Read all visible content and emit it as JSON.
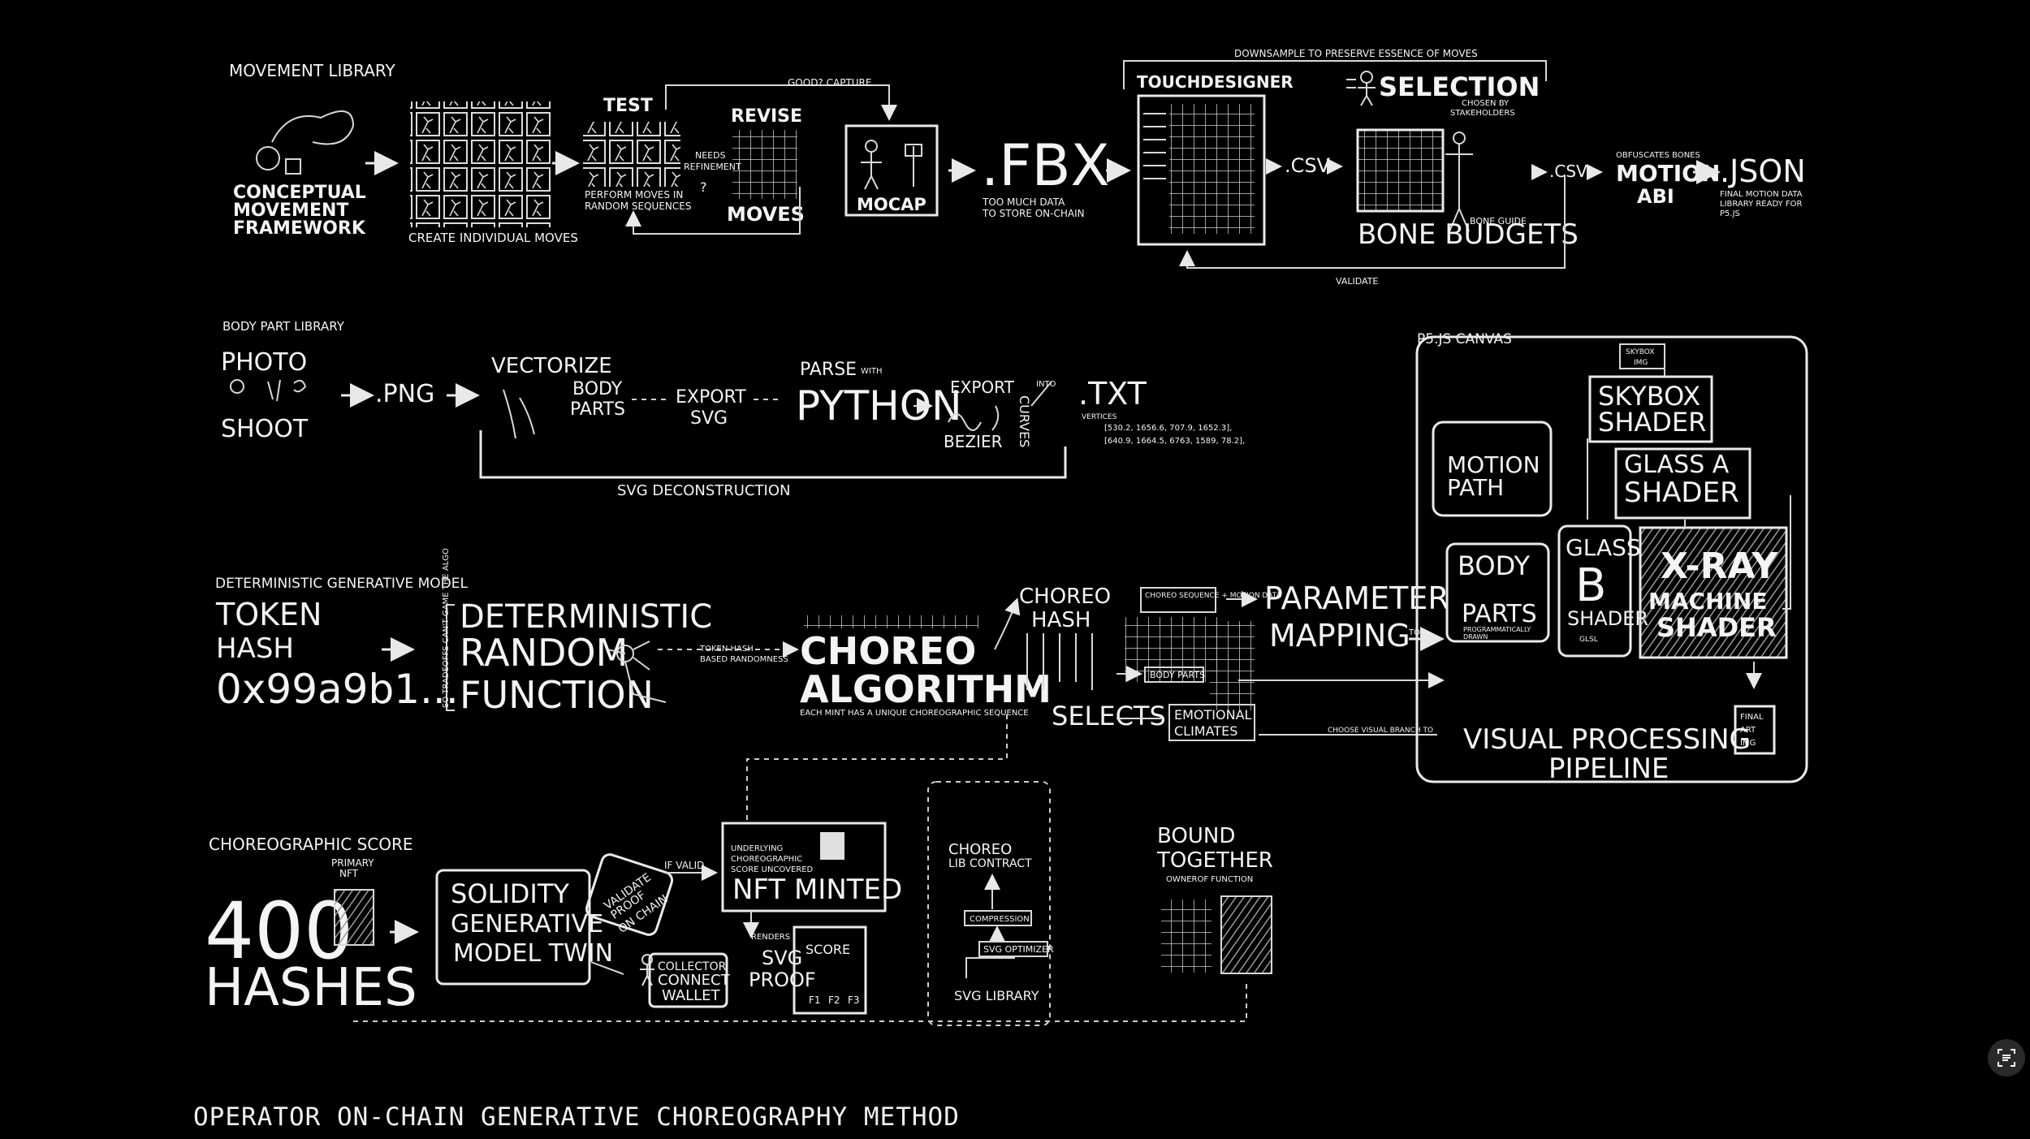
{
  "caption": "OPERATOR ON-CHAIN GENERATIVE CHOREOGRAPHY METHOD",
  "row1": {
    "section": "MOVEMENT LIBRARY",
    "conceptual": [
      "CONCEPTUAL",
      "MOVEMENT",
      "FRAMEWORK"
    ],
    "create_moves": "CREATE INDIVIDUAL MOVES",
    "test": "TEST",
    "perform": [
      "PERFORM MOVES IN",
      "RANDOM SEQUENCES"
    ],
    "needs_refinement": [
      "NEEDS",
      "REFINEMENT",
      "?"
    ],
    "good_capture": "GOOD? CAPTURE",
    "revise": "REVISE",
    "moves": "MOVES",
    "mocap": "MOCAP",
    "fbx": ".FBX",
    "too_much": [
      "TOO MUCH DATA",
      "TO STORE ON-CHAIN"
    ],
    "downsample": "DOWNSAMPLE TO PRESERVE ESSENCE OF MOVES",
    "touchdesigner": "TOUCHDESIGNER",
    "csv1": ".CSV",
    "selection": "SELECTION",
    "chosen": [
      "CHOSEN BY",
      "STAKEHOLDERS"
    ],
    "bone_guide": "BONE GUIDE",
    "bone_budgets": "BONE BUDGETS",
    "validate": "VALIDATE",
    "csv2": ".CSV",
    "motion": "MOTION",
    "abi": "ABI",
    "obfuscates": "OBFUSCATES BONES",
    "json": ".JSON",
    "final_motion": [
      "FINAL MOTION DATA",
      "LIBRARY READY FOR",
      "P5.JS"
    ]
  },
  "row2": {
    "section": "BODY PART LIBRARY",
    "photo": "PHOTO",
    "shoot": "SHOOT",
    "png": ".PNG",
    "vectorize": "VECTORIZE",
    "body_parts": [
      "BODY",
      "PARTS"
    ],
    "export_svg": [
      "EXPORT",
      "SVG"
    ],
    "parse": "PARSE",
    "with": "WITH",
    "python": "PYTHON",
    "export": "EXPORT",
    "bezier": "BEZIER",
    "curves": "CURVES",
    "into": "INTO",
    "txt": ".TXT",
    "vertices": [
      "VERTICES",
      "[530.2, 1656.6, 707.9, 1652.3],",
      "[640.9, 1664.5, 6763, 1589, 78.2],"
    ],
    "svg_decon": "SVG DECONSTRUCTION"
  },
  "row3": {
    "section": "DETERMINISTIC GENERATIVE MODEL",
    "token": "TOKEN",
    "hash": "HASH",
    "hex": "0x99a9b1...",
    "drf": [
      "DETERMINISTIC",
      "RANDOM",
      "FUNCTION"
    ],
    "side": "SO TRADEOFFS CAN'T GAME THE ALGO",
    "token_hash": [
      "TOKEN HASH",
      "BASED RANDOMNESS"
    ],
    "choreo": "CHOREO",
    "algorithm": "ALGORITHM",
    "each_mint": "EACH MINT HAS A UNIQUE CHOREOGRAPHIC SEQUENCE",
    "choreo_hash": [
      "CHOREO",
      "HASH"
    ],
    "sequence": "CHOREO SEQUENCE + MOTION DATA",
    "body_parts": "BODY PARTS",
    "selects": "SELECTS",
    "emotional": [
      "EMOTIONAL",
      "CLIMATES"
    ],
    "parameter": "PARAMETER",
    "mapping": "MAPPING",
    "to": "TO",
    "choose_visual": "CHOOSE VISUAL BRANCH TO"
  },
  "p5": {
    "title": "P5.JS CANVAS",
    "skybox_img": [
      "SKYBOX",
      "IMG"
    ],
    "skybox": [
      "SKYBOX",
      "SHADER"
    ],
    "motion_path": [
      "MOTION",
      "PATH"
    ],
    "glass_a": [
      "GLASS A",
      "SHADER"
    ],
    "body_parts": [
      "BODY",
      "PARTS"
    ],
    "programmatically": [
      "PROGRAMMATICALLY",
      "DRAWN"
    ],
    "glass_b": [
      "GLASS",
      "B",
      "SHADER"
    ],
    "xray": [
      "X-RAY",
      "MACHINE",
      "SHADER"
    ],
    "glsl": "GLSL",
    "final_art": [
      "FINAL",
      "ART",
      "IMG"
    ],
    "vpp": [
      "VISUAL PROCESSING",
      "PIPELINE"
    ]
  },
  "row4": {
    "section": "CHOREOGRAPHIC SCORE",
    "primary": [
      "PRIMARY",
      "NFT"
    ],
    "count": "400",
    "hashes": "HASHES",
    "solidity": [
      "SOLIDITY",
      "GENERATIVE",
      "MODEL TWIN"
    ],
    "validate_proof": [
      "VALIDATE",
      "PROOF",
      "ON CHAIN"
    ],
    "if_valid": "IF VALID",
    "collector": [
      "COLLECTOR",
      "CONNECT",
      "WALLET"
    ],
    "underlying": [
      "UNDERLYING",
      "CHOREOGRAPHIC",
      "SCORE UNCOVERED"
    ],
    "nft_minted": "NFT MINTED",
    "renders": "RENDERS",
    "svg_proof": [
      "SVG",
      "PROOF"
    ],
    "score": "SCORE",
    "score_cols": [
      "F1",
      "F2",
      "F3"
    ],
    "choreo_lib": [
      "CHOREO",
      "LIB CONTRACT"
    ],
    "compression": "COMPRESSION",
    "svg_optimizer": "SVG OPTIMIZER",
    "svg_library": "SVG LIBRARY",
    "bound": [
      "BOUND",
      "TOGETHER"
    ],
    "owner_of": "OWNEROF FUNCTION"
  },
  "colors": {
    "background": "#000000",
    "chalk": "#f2f2f2"
  },
  "icons": {
    "lens": "image-search-icon"
  }
}
